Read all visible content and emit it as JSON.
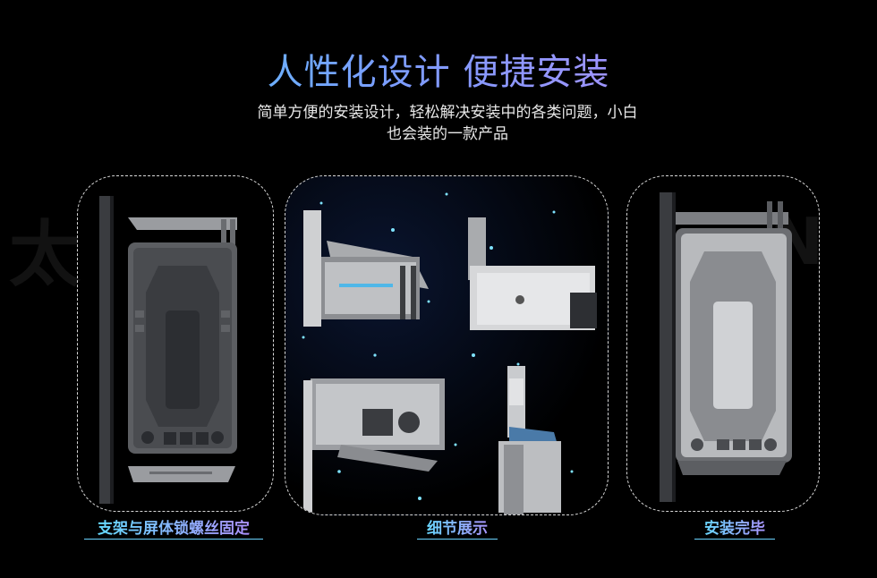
{
  "header": {
    "title": "人性化设计 便捷安装",
    "subtitle_line1": "简单方便的安装设计，轻松解决安装中的各类问题，小白",
    "subtitle_line2": "也会装的一款产品"
  },
  "captions": {
    "left": "支架与屏体锁螺丝固定",
    "center": "细节展示",
    "right": "安装完毕"
  },
  "colors": {
    "background": "#000000",
    "title_gradient_start": "#4fd6ff",
    "title_gradient_end": "#c98aff",
    "caption_underline": "#6ad3ff"
  }
}
